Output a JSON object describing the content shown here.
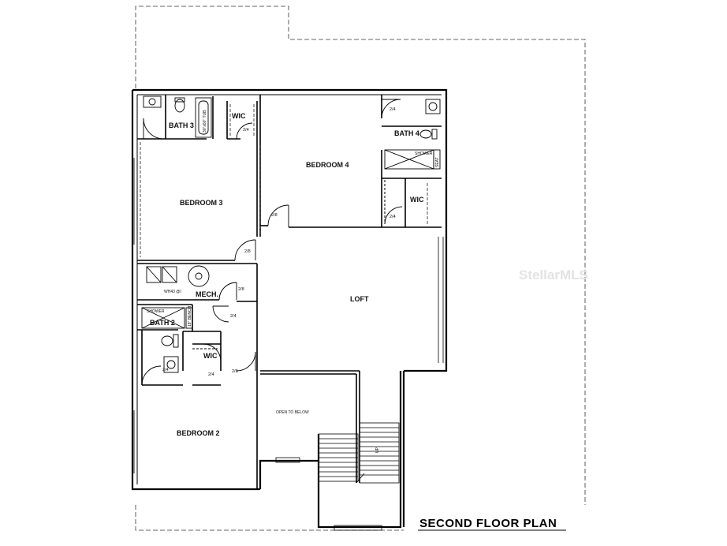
{
  "plan": {
    "title": "SECOND FLOOR PLAN",
    "watermark": "StellarMLS",
    "rooms": {
      "bath3": "BATH 3",
      "wic_top_left": "WIC",
      "bedroom3": "BEDROOM 3",
      "bedroom4": "BEDROOM 4",
      "bath4": "BATH 4",
      "wic_right": "WIC",
      "mech": "MECH.",
      "loft": "LOFT",
      "bath2": "BATH 2",
      "wic_lower": "WIC",
      "bedroom2": "BEDROOM 2",
      "open_to_below": "OPEN TO BELOW"
    },
    "notes": {
      "tub": "30\"x60\" TUB",
      "shower_b4": "SHOWER",
      "seat_b4": "SEAT",
      "shower_b2": "SHOWER",
      "bench_b2": "18\" BENCH",
      "wh": "WH43 @I",
      "stair": "UP"
    },
    "doors": {
      "d1": "2/4",
      "d2": "2/4",
      "d3": "2/8",
      "d4": "2/8",
      "d5": "2/4",
      "d6": "2/8",
      "d7": "2/4",
      "d8": "2/4",
      "d9": "2/8",
      "d10": "2/4"
    }
  }
}
